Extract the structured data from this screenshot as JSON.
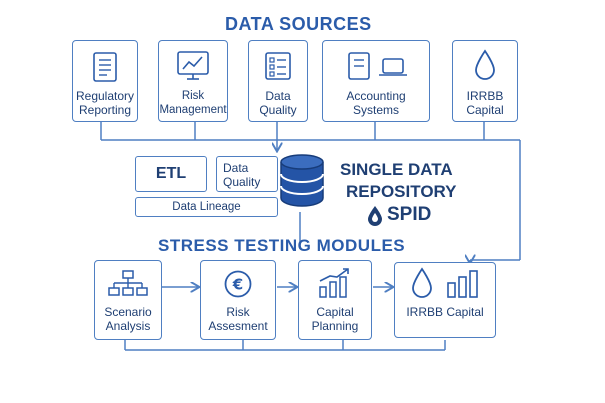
{
  "data_sources": {
    "title": "DATA SOURCES",
    "items": [
      {
        "label": "Regulatory Reporting",
        "icon": "document-icon"
      },
      {
        "label": "Risk Management",
        "icon": "chart-monitor-icon"
      },
      {
        "label": "Data Quality",
        "icon": "checklist-icon"
      },
      {
        "label": "Accounting Systems",
        "icon": "server-icon"
      },
      {
        "label": "IRRBB Capital",
        "icon": "droplet-icon"
      }
    ]
  },
  "repository": {
    "etl": "ETL",
    "data_quality": "Data Quality",
    "data_lineage": "Data Lineage",
    "name_line1": "SINGLE DATA",
    "name_line2": "REPOSITORY",
    "brand": "SPID",
    "database_icon": "database-icon"
  },
  "stress_testing": {
    "title": "STRESS TESTING MODULES",
    "items": [
      {
        "label": "Scenario Analysis",
        "icon": "hierarchy-icon"
      },
      {
        "label": "Risk Assesment",
        "icon": "euro-coin-icon"
      },
      {
        "label": "Capital Planning",
        "icon": "growth-bars-icon"
      },
      {
        "label": "IRRBB Capital",
        "icon": "droplet-bars-icon"
      }
    ]
  },
  "colors": {
    "primary": "#2b5caa",
    "line": "#4f7fc2",
    "text": "#1f3f73"
  }
}
